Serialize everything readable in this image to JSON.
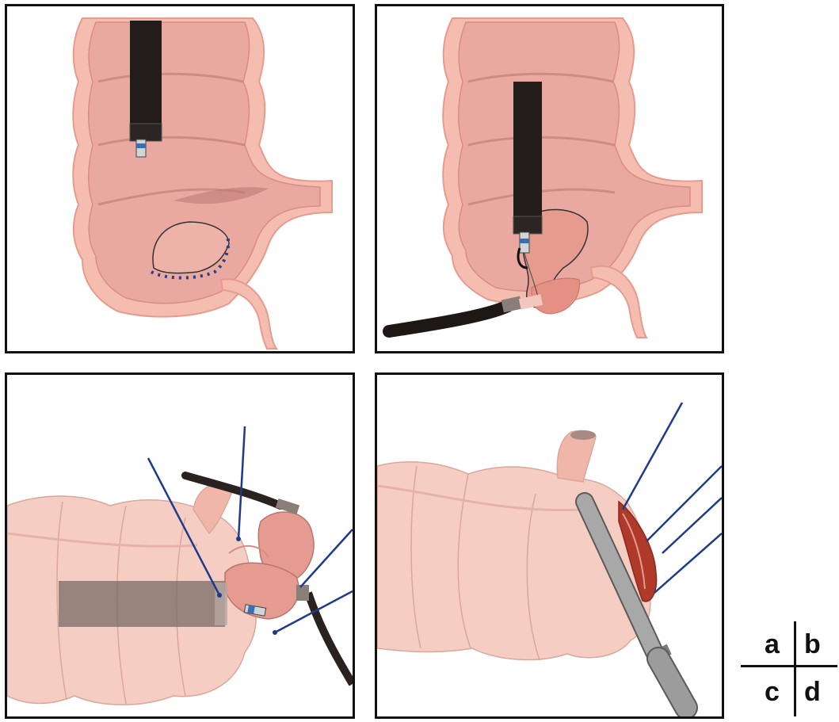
{
  "figure": {
    "panels": [
      {
        "id": "a",
        "description_key": "panel-a"
      },
      {
        "id": "b",
        "description_key": "panel-b"
      },
      {
        "id": "c",
        "description_key": "panel-c"
      },
      {
        "id": "d",
        "description_key": "panel-d"
      }
    ],
    "key": {
      "a": "a",
      "b": "b",
      "c": "c",
      "d": "d"
    }
  },
  "colors": {
    "colon_fill": "#f0b8ad",
    "colon_inner": "#d98c86",
    "colon_light": "#f6cdc2",
    "instrument_dark": "#2a2220",
    "suture_blue": "#1f3a8a",
    "tissue_red": "#b03a2a",
    "stapler_gray": "#9a9a9a"
  }
}
